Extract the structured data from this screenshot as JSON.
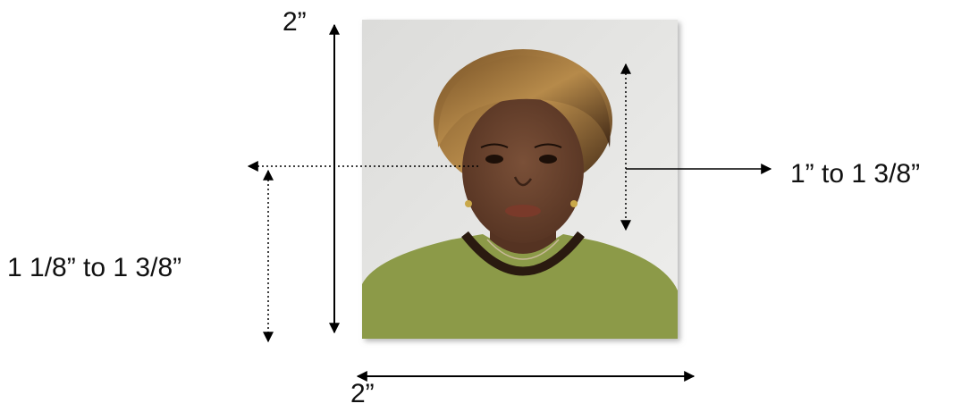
{
  "labels": {
    "photo_height": "2”",
    "head_size": "1” to 1 3/8”",
    "eye_height": "1 1/8” to 1 3/8”",
    "photo_width": "2”"
  },
  "colors": {
    "background": "#ffffff",
    "photo_background": "#e2e2e0",
    "shirt": "#8c9a48",
    "hair": "#5a3a1c",
    "skin": "#6a4330",
    "lines": "#000000"
  }
}
